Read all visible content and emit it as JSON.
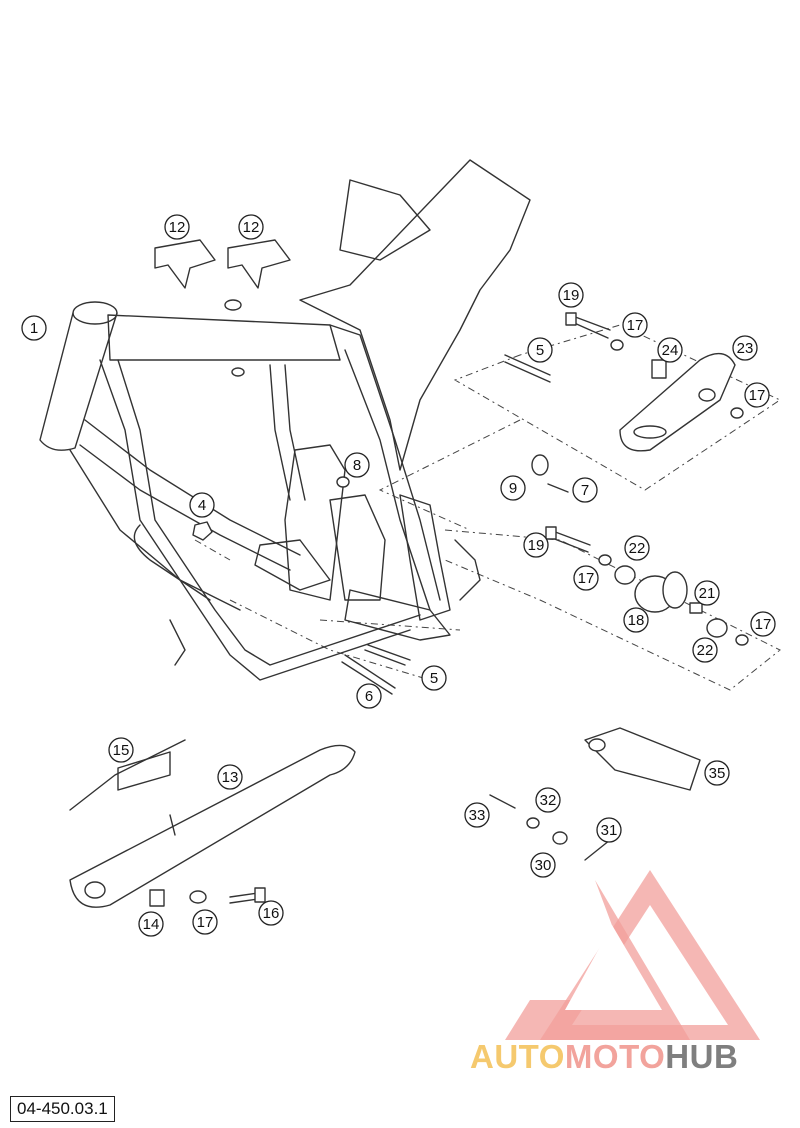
{
  "diagram": {
    "code": "04-450.03.1",
    "callouts": [
      "1",
      "4",
      "5",
      "5",
      "6",
      "7",
      "8",
      "9",
      "12",
      "12",
      "13",
      "14",
      "15",
      "16",
      "17",
      "17",
      "17",
      "17",
      "17",
      "18",
      "19",
      "19",
      "21",
      "22",
      "22",
      "23",
      "24",
      "30",
      "31",
      "32",
      "33",
      "35"
    ]
  },
  "watermark": {
    "part_a": "AUTO",
    "part_b": "MOTO",
    "part_c": "HUB",
    "colors": {
      "auto": "#f5c96e",
      "moto": "#f2a39c",
      "hub": "#7f7f7f",
      "logo": "#f08f8a"
    }
  }
}
